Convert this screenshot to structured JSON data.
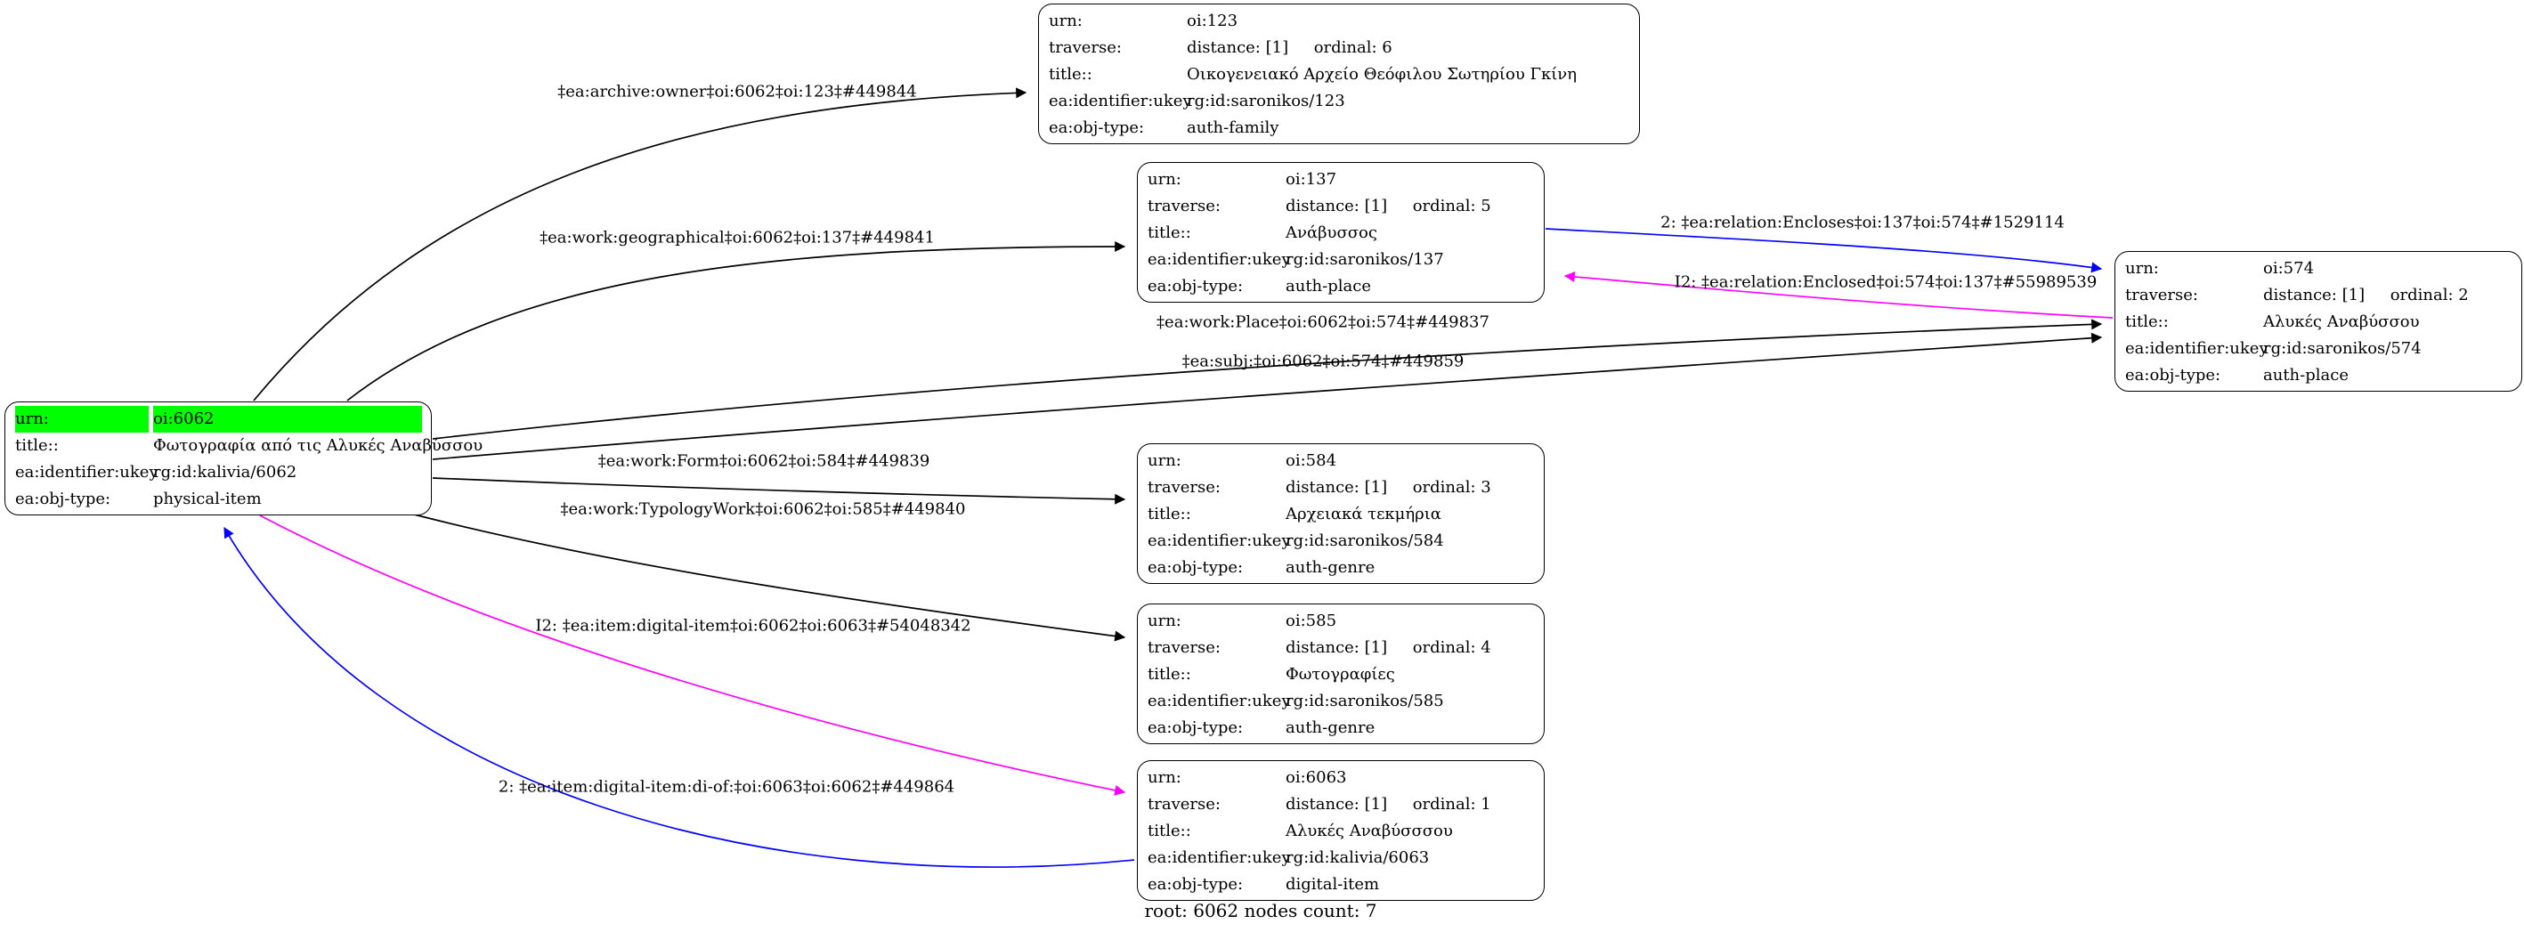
{
  "graph": {
    "footer": "root: 6062 nodes count: 7",
    "colors": {
      "edge_default": "#000000",
      "edge_forward": "#0000ff",
      "edge_inverse": "#ff00ff",
      "highlight": "#00ff00",
      "node_border": "#000000",
      "background": "#ffffff"
    }
  },
  "nodes": {
    "n6062": {
      "rows": [
        {
          "label": "urn:",
          "value": "oi:6062",
          "highlight": true
        },
        {
          "label": "title::",
          "value": "Φωτογραφία από τις Αλυκές Αναβύσσου"
        },
        {
          "label": "ea:identifier:ukey",
          "value": "rg:id:kalivia/6062"
        },
        {
          "label": "ea:obj-type:",
          "value": "physical-item"
        }
      ]
    },
    "n123": {
      "rows": [
        {
          "label": "urn:",
          "value": "oi:123"
        },
        {
          "label": "traverse:",
          "value": "distance: [1]     ordinal: 6"
        },
        {
          "label": "title::",
          "value": "Οικογενειακό Αρχείο Θεόφιλου Σωτηρίου Γκίνη"
        },
        {
          "label": "ea:identifier:ukey",
          "value": "rg:id:saronikos/123"
        },
        {
          "label": "ea:obj-type:",
          "value": "auth-family"
        }
      ]
    },
    "n137": {
      "rows": [
        {
          "label": "urn:",
          "value": "oi:137"
        },
        {
          "label": "traverse:",
          "value": "distance: [1]     ordinal: 5"
        },
        {
          "label": "title::",
          "value": "Ανάβυσσος"
        },
        {
          "label": "ea:identifier:ukey",
          "value": "rg:id:saronikos/137"
        },
        {
          "label": "ea:obj-type:",
          "value": "auth-place"
        }
      ]
    },
    "n574": {
      "rows": [
        {
          "label": "urn:",
          "value": "oi:574"
        },
        {
          "label": "traverse:",
          "value": "distance: [1]     ordinal: 2"
        },
        {
          "label": "title::",
          "value": "Αλυκές Αναβύσσου"
        },
        {
          "label": "ea:identifier:ukey",
          "value": "rg:id:saronikos/574"
        },
        {
          "label": "ea:obj-type:",
          "value": "auth-place"
        }
      ]
    },
    "n584": {
      "rows": [
        {
          "label": "urn:",
          "value": "oi:584"
        },
        {
          "label": "traverse:",
          "value": "distance: [1]     ordinal: 3"
        },
        {
          "label": "title::",
          "value": "Αρχειακά τεκμήρια"
        },
        {
          "label": "ea:identifier:ukey",
          "value": "rg:id:saronikos/584"
        },
        {
          "label": "ea:obj-type:",
          "value": "auth-genre"
        }
      ]
    },
    "n585": {
      "rows": [
        {
          "label": "urn:",
          "value": "oi:585"
        },
        {
          "label": "traverse:",
          "value": "distance: [1]     ordinal: 4"
        },
        {
          "label": "title::",
          "value": "Φωτογραφίες"
        },
        {
          "label": "ea:identifier:ukey",
          "value": "rg:id:saronikos/585"
        },
        {
          "label": "ea:obj-type:",
          "value": "auth-genre"
        }
      ]
    },
    "n6063": {
      "rows": [
        {
          "label": "urn:",
          "value": "oi:6063"
        },
        {
          "label": "traverse:",
          "value": "distance: [1]     ordinal: 1"
        },
        {
          "label": "title::",
          "value": "Αλυκές Αναβύσσσου"
        },
        {
          "label": "ea:identifier:ukey",
          "value": "rg:id:kalivia/6063"
        },
        {
          "label": "ea:obj-type:",
          "value": "digital-item"
        }
      ]
    }
  },
  "edges": {
    "archive_owner": "‡ea:archive:owner‡oi:6062‡oi:123‡#449844",
    "work_geographical": "‡ea:work:geographical‡oi:6062‡oi:137‡#449841",
    "relation_encloses": "2: ‡ea:relation:Encloses‡oi:137‡oi:574‡#1529114",
    "relation_enclosed": "I2: ‡ea:relation:Enclosed‡oi:574‡oi:137‡#55989539",
    "work_place": "‡ea:work:Place‡oi:6062‡oi:574‡#449837",
    "subj": "‡ea:subj:‡oi:6062‡oi:574‡#449859",
    "work_form": "‡ea:work:Form‡oi:6062‡oi:584‡#449839",
    "work_typologywork": "‡ea:work:TypologyWork‡oi:6062‡oi:585‡#449840",
    "item_digital_item": "I2: ‡ea:item:digital-item‡oi:6062‡oi:6063‡#54048342",
    "item_digital_item_di_of": "2: ‡ea:item:digital-item:di-of:‡oi:6063‡oi:6062‡#449864"
  }
}
